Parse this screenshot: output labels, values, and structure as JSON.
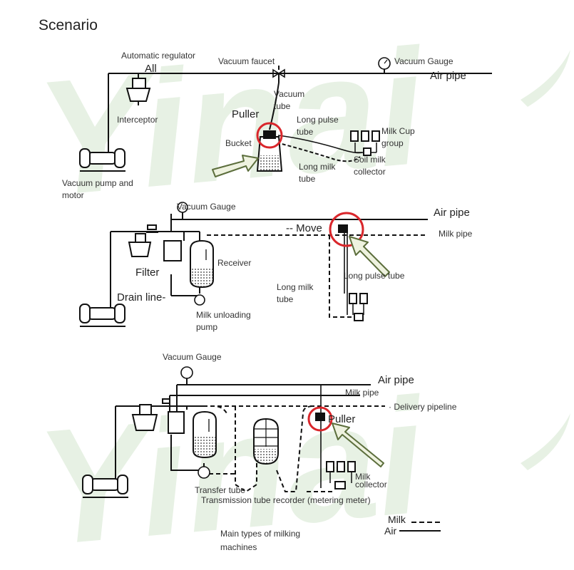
{
  "title": "Scenario",
  "colors": {
    "line": "#111111",
    "highlight": "#d9262b",
    "arrow_fill": "#eef2df",
    "arrow_stroke": "#5c6e3c",
    "watermark": "#e7f1e4"
  },
  "watermark": {
    "text": "Yinai"
  },
  "diagram1": {
    "automatic_regulator": "Automatic regulator",
    "all": "All",
    "vacuum_faucet": "Vacuum faucet",
    "vacuum_gauge": "Vacuum Gauge",
    "air_pipe": "Air pipe",
    "vacuum_tube": "Vacuum tube",
    "interceptor": "Interceptor",
    "puller": "Puller",
    "long_pulse_tube": "Long pulse tube",
    "milk_cup_group": "Milk Cup group",
    "bucket": "Bucket",
    "long_milk_tube": "Long milk tube",
    "soil_milk_collector": "Soil milk collector",
    "vacuum_pump_motor": "Vacuum pump and motor"
  },
  "diagram2": {
    "vacuum_gauge": "Vacuum Gauge",
    "air_pipe": "Air pipe",
    "move": "-- Move",
    "milk_pipe": "Milk pipe",
    "filter": "Filter",
    "receiver": "Receiver",
    "long_pulse_tube": "Long pulse tube",
    "long_milk_tube": "Long milk tube",
    "drain_line": "Drain line-",
    "milk_unloading_pump": "Milk unloading pump"
  },
  "diagram3": {
    "vacuum_gauge": "Vacuum Gauge",
    "air_pipe": "Air pipe",
    "milk_pipe": "Milk pipe",
    "delivery_pipeline": "· Delivery pipeline",
    "puller": "Puller",
    "milk_collector": "Milk collector",
    "transfer_tube": "Transfer tube",
    "transmission_recorder": "Transmission tube recorder (metering meter)"
  },
  "legend": {
    "milk": "Milk",
    "air": "Air"
  },
  "caption": "Main types of milking machines"
}
